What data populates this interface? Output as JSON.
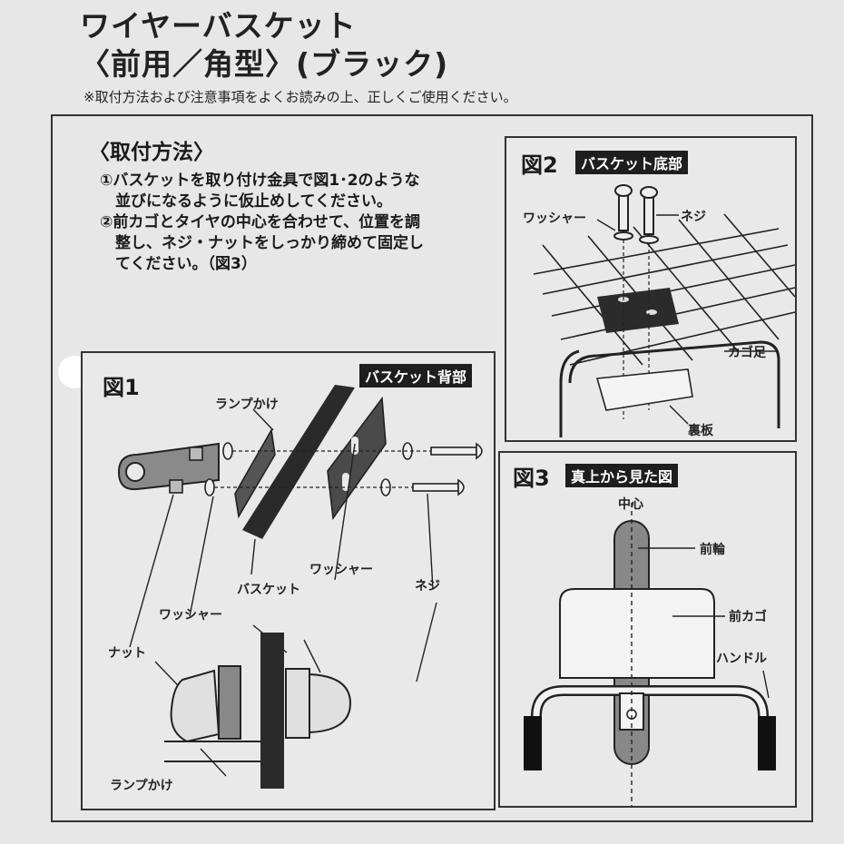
{
  "title_line1": "ワイヤーバスケット",
  "title_line2": "〈前用／角型〉(ブラック)",
  "note": "※取付方法および注意事項をよくお読みの上、正しくご使用ください。",
  "method_heading": "〈取付方法〉",
  "steps": [
    "①バスケットを取り付け金具で図1･2のような",
    "　並びになるように仮止めしてください。",
    "②前カゴとタイヤの中心を合わせて、位置を調",
    "　整し、ネジ・ナットをしっかり締めて固定し",
    "　てください。（図3）"
  ],
  "fig1": {
    "label": "図1",
    "tag": "バスケット背部",
    "labels": {
      "lamp_top": "ランプかけ",
      "basket": "バスケット",
      "washer_right": "ワッシャー",
      "screw": "ネジ",
      "washer_left": "ワッシャー",
      "nut": "ナット",
      "lamp_bottom": "ランプかけ"
    }
  },
  "fig2": {
    "label": "図2",
    "tag": "バスケット底部",
    "labels": {
      "washer": "ワッシャー",
      "screw": "ネジ",
      "leg": "カゴ足",
      "back_plate": "裏板"
    }
  },
  "fig3": {
    "label": "図3",
    "tag": "真上から見た図",
    "labels": {
      "center": "中心",
      "front_wheel": "前輪",
      "front_basket": "前カゴ",
      "handle": "ハンドル"
    }
  }
}
